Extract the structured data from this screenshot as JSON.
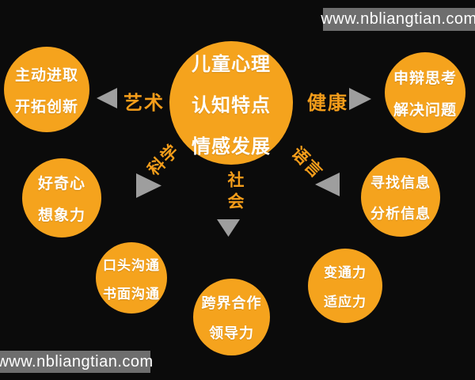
{
  "watermarks": {
    "top": "www.nbliangtian.com",
    "bottom": "www.nbliangtian.com"
  },
  "diagram": {
    "center": {
      "lines": [
        "儿童心理",
        "认知特点",
        "情感发展"
      ]
    },
    "branches": {
      "art": {
        "label": "艺术"
      },
      "health": {
        "label": "健康"
      },
      "science": {
        "label": "科学"
      },
      "society": {
        "label": "社会"
      },
      "language": {
        "label": "语言"
      }
    },
    "nodes": {
      "top_left": {
        "lines": [
          "主动进取",
          "开拓创新"
        ]
      },
      "top_right": {
        "lines": [
          "申辩思考",
          "解决问题"
        ]
      },
      "mid_left": {
        "lines": [
          "好奇心",
          "想象力"
        ]
      },
      "mid_right": {
        "lines": [
          "寻找信息",
          "分析信息"
        ]
      },
      "bottom_left": {
        "lines": [
          "口头沟通",
          "书面沟通"
        ]
      },
      "bottom_center": {
        "lines": [
          "跨界合作",
          "领导力"
        ]
      },
      "bottom_right": {
        "lines": [
          "变通力",
          "适应力"
        ]
      }
    }
  },
  "colors": {
    "circle_orange": "#F5A31D",
    "label_orange": "#F49D1A",
    "arrow_gray": "#9E9E9E",
    "watermark_bar_gray": "#6E6E6E",
    "text_white": "#FFFFFF",
    "background_black": "#0B0B0B"
  }
}
